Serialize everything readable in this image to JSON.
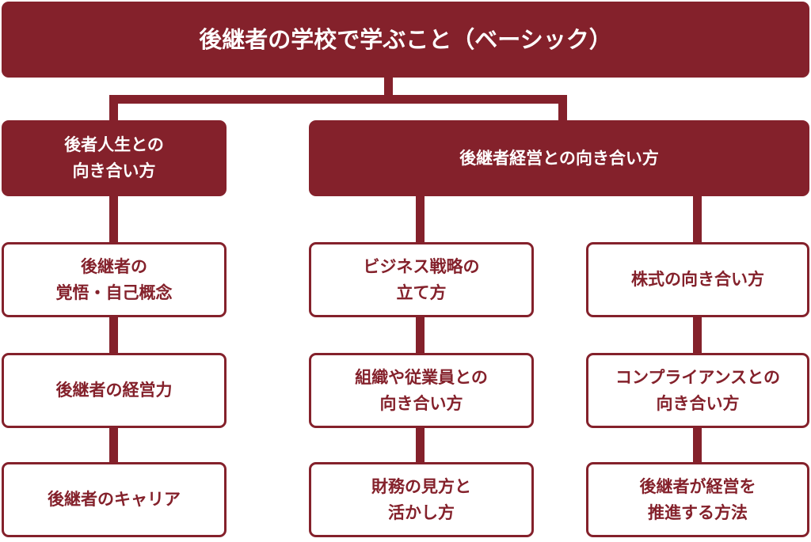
{
  "title": "後継者の学校で学ぶこと（ベーシック）",
  "branches": [
    {
      "label": "後者人生との\n向き合い方",
      "columns": [
        [
          "後継者の\n覚悟・自己概念",
          "後継者の経営力",
          "後継者のキャリア"
        ]
      ]
    },
    {
      "label": "後継者経営との向き合い方",
      "columns": [
        [
          "ビジネス戦略の\n立て方",
          "組織や従業員との\n向き合い方",
          "財務の見方と\n活かし方"
        ],
        [
          "株式の向き合い方",
          "コンプライアンスとの\n向き合い方",
          "後継者が経営を\n推進する方法"
        ]
      ]
    }
  ],
  "colors": {
    "accent": "#84212b",
    "background": "#ffffff"
  }
}
